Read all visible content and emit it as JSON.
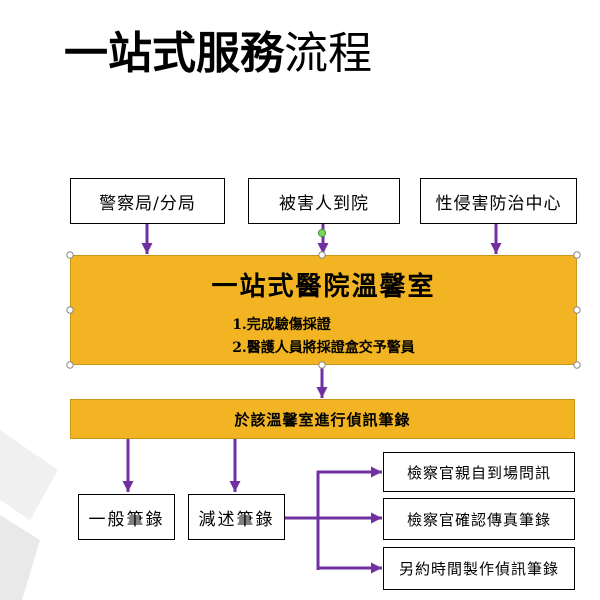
{
  "title": {
    "bold": "一站式服務",
    "light": "流程"
  },
  "sources": [
    {
      "label": "警察局/分局"
    },
    {
      "label": "被害人到院"
    },
    {
      "label": "性侵害防治中心"
    }
  ],
  "hub": {
    "title": "一站式醫院溫馨室",
    "steps": [
      "1.完成驗傷採證",
      "2.醫護人員將採證盒交予警員"
    ]
  },
  "interview": {
    "label": "於該溫馨室進行偵訊筆錄"
  },
  "record_types": [
    {
      "label": "一般筆錄"
    },
    {
      "label": "減述筆錄"
    }
  ],
  "reduced_options": [
    {
      "label": "檢察官親自到場問訊"
    },
    {
      "label": "檢察官確認傳真筆錄"
    },
    {
      "label": "另約時間製作偵訊筆錄"
    }
  ],
  "colors": {
    "box_fill": "#f2b422",
    "arrow": "#7030a0",
    "border": "#000000"
  }
}
